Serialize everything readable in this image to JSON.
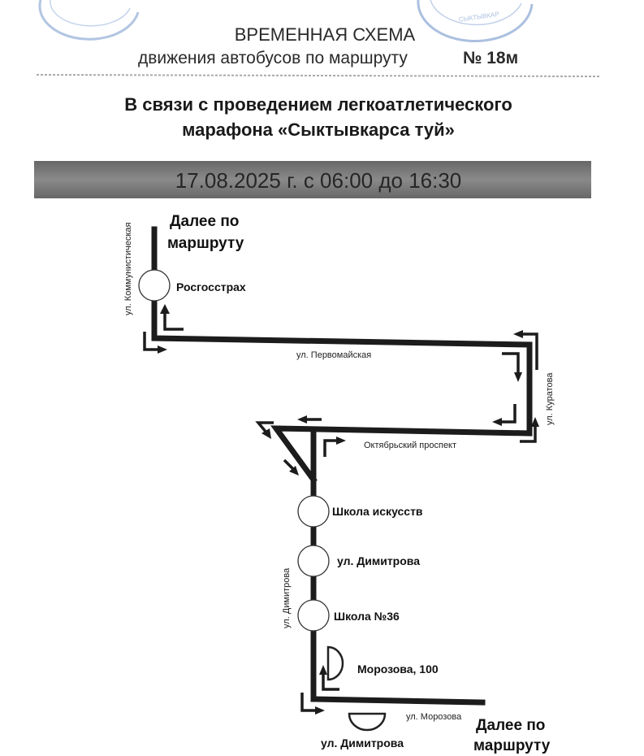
{
  "header": {
    "line1": "ВРЕМЕННАЯ  СХЕМА",
    "line2": "движения автобусов по маршруту",
    "route_number": "№ 18м"
  },
  "title": {
    "line1": "В связи с проведением легкоатлетического",
    "line2": "марафона «Сыктывкарса  туй»"
  },
  "date_band": "17.08.2025 г. с 06:00 до 16:30",
  "stamp_text": "СЫКТЫВКАР РЕСПУБЛИКА КОМИ",
  "diagram": {
    "continue_top": [
      "Далее по",
      "маршруту"
    ],
    "continue_bottom": [
      "Далее по",
      "маршруту"
    ],
    "streets": {
      "kommunisticheskaya": "ул. Коммунистическая",
      "pervomayskaya": "ул. Первомайская",
      "kuratova": "ул. Куратова",
      "oktyabrsky": "Октябрьский проспект",
      "dimitrova": "ул. Димитрова",
      "morozova": "ул.  Морозова"
    },
    "stops": {
      "rosgosstrakh": "Росгосстрах",
      "shkola_iskusstv": "Школа искусств",
      "ul_dimitrova": "ул. Димитрова",
      "shkola_36": "Школа №36",
      "morozova_100": "Морозова, 100",
      "ul_dimitrova_bottom": "ул. Димитрова"
    }
  },
  "colors": {
    "stamp": "#7f9fd0",
    "band": "#777777",
    "road": "#1c1c1c"
  }
}
